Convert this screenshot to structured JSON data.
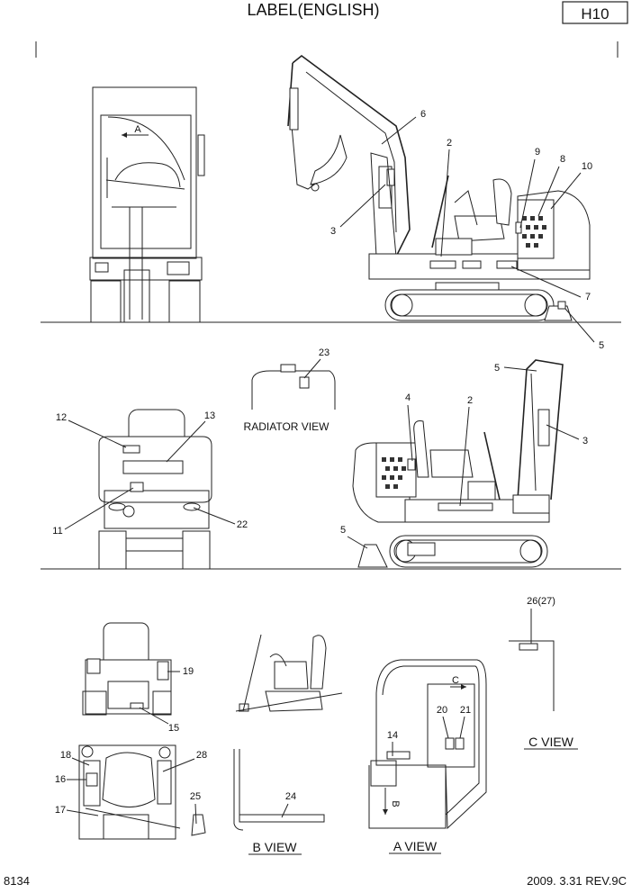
{
  "header": {
    "title": "LABEL(ENGLISH)",
    "page_code": "H10"
  },
  "footer": {
    "left_code": "8134",
    "right_date": "2009. 3.31 REV.9C"
  },
  "view_titles": {
    "radiator": "RADIATOR VIEW",
    "b_view": "B VIEW",
    "a_view": "A VIEW",
    "c_view": "C VIEW"
  },
  "direction_marks": {
    "a_arrow": "A",
    "b_arrow": "B",
    "c_arrow": "C"
  },
  "callouts": {
    "n1": "2",
    "n2": "3",
    "n3": "6",
    "n4": "9",
    "n5": "8",
    "n6": "10",
    "n7": "7",
    "n8": "5",
    "n9": "23",
    "n10": "12",
    "n11": "13",
    "n12": "11",
    "n13": "22",
    "n14": "4",
    "n15": "2",
    "n16": "5",
    "n17": "3",
    "n18": "5",
    "n19": "19",
    "n20": "15",
    "n21": "18",
    "n22": "16",
    "n23": "17",
    "n24": "28",
    "n25": "25",
    "n26": "24",
    "n27": "14",
    "n28": "20",
    "n29": "21",
    "n30": "26(27)"
  }
}
